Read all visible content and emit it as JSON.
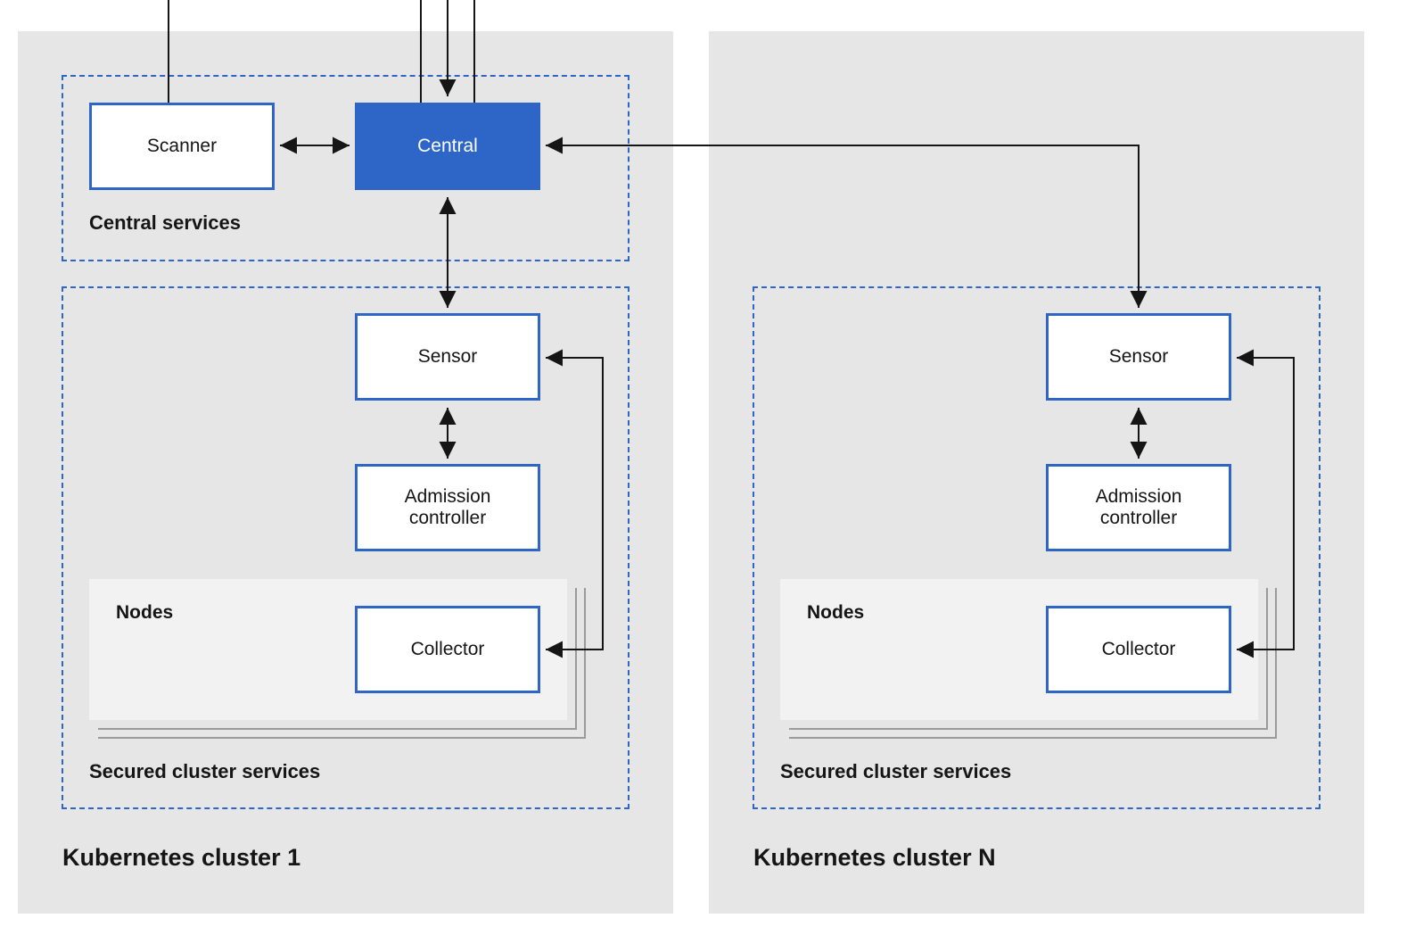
{
  "clusters": [
    {
      "title": "Kubernetes cluster 1",
      "central_services": {
        "label": "Central services",
        "scanner": "Scanner",
        "central": "Central"
      },
      "secured_services": {
        "label": "Secured cluster services",
        "sensor": "Sensor",
        "admission_line1": "Admission",
        "admission_line2": "controller",
        "nodes_label": "Nodes",
        "collector": "Collector"
      }
    },
    {
      "title": "Kubernetes cluster N",
      "secured_services": {
        "label": "Secured cluster services",
        "sensor": "Sensor",
        "admission_line1": "Admission",
        "admission_line2": "controller",
        "nodes_label": "Nodes",
        "collector": "Collector"
      }
    }
  ],
  "colors": {
    "cluster_background": "#e6e6e6",
    "nodes_background": "#f2f2f2",
    "accent_blue": "#2e66c8",
    "line": "#151515",
    "stack_gray": "#9a9a9a"
  }
}
